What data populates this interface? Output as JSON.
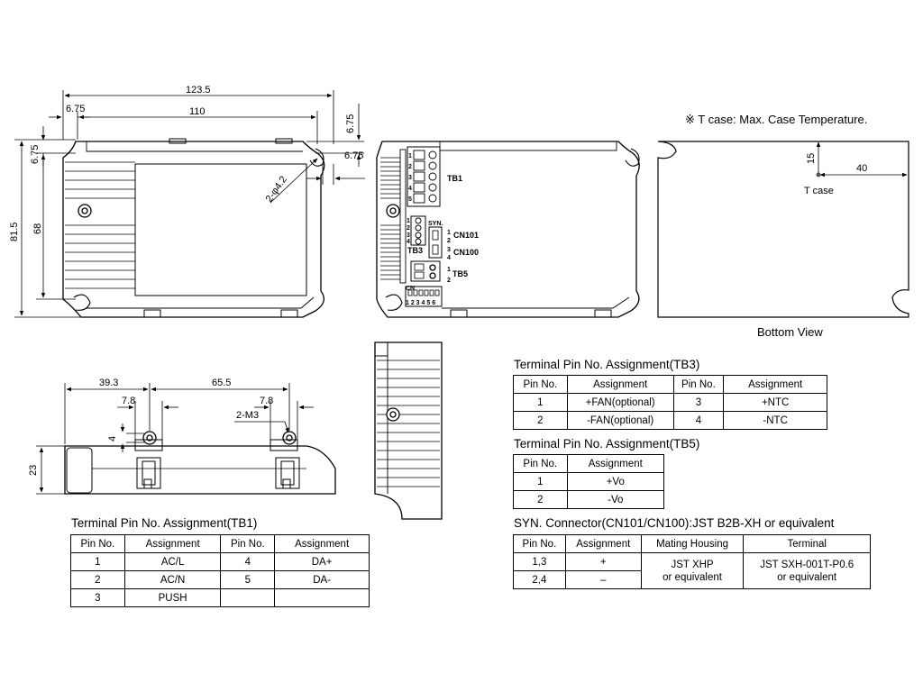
{
  "front_view": {
    "dims": {
      "overall_length": "123.5",
      "mount_spacing": "110",
      "left_offset": "6.75",
      "right_top_offset": "6.75",
      "right_side_offset": "6.75",
      "left_top_offset": "6.75",
      "overall_width": "81.5",
      "mount_width": "68",
      "hole": "2-φ4.2"
    }
  },
  "terminal_view": {
    "labels": {
      "tb1": "TB1",
      "tb3": "TB3",
      "tb5": "TB5",
      "syn": "SYN.",
      "cn101": "CN101",
      "cn100": "CN100",
      "cn": "CN"
    },
    "tb1_pins": [
      "1",
      "2",
      "3",
      "4",
      "5"
    ],
    "tb3_pins": [
      "1",
      "2",
      "3",
      "4"
    ],
    "cn101_pins": [
      "1",
      "2"
    ],
    "cn100_pins": [
      "3",
      "4"
    ],
    "tb5_pins": [
      "1",
      "2"
    ],
    "dip_numbers": "1 2 3 4 5 6"
  },
  "bottom_view": {
    "note": "※ T case: Max. Case Temperature.",
    "dim_15": "15",
    "dim_40": "40",
    "tcase_label": "T case",
    "caption": "Bottom View"
  },
  "side_view": {
    "dims": {
      "left": "39.3",
      "middle": "65.5",
      "left_small": "7.8",
      "right_small": "7.8",
      "screw": "2-M3",
      "four": "4",
      "height": "23"
    }
  },
  "tb3_table": {
    "title": "Terminal Pin No. Assignment(TB3)",
    "headers": [
      "Pin No.",
      "Assignment",
      "Pin No.",
      "Assignment"
    ],
    "rows": [
      [
        "1",
        "+FAN(optional)",
        "3",
        "+NTC"
      ],
      [
        "2",
        "-FAN(optional)",
        "4",
        "-NTC"
      ]
    ]
  },
  "tb5_table": {
    "title": "Terminal Pin No. Assignment(TB5)",
    "headers": [
      "Pin No.",
      "Assignment"
    ],
    "rows": [
      [
        "1",
        "+Vo"
      ],
      [
        "2",
        "-Vo"
      ]
    ]
  },
  "tb1_table": {
    "title": "Terminal Pin No. Assignment(TB1)",
    "headers": [
      "Pin No.",
      "Assignment",
      "Pin No.",
      "Assignment"
    ],
    "rows": [
      [
        "1",
        "AC/L",
        "4",
        "DA+"
      ],
      [
        "2",
        "AC/N",
        "5",
        "DA-"
      ],
      [
        "3",
        "PUSH",
        "",
        ""
      ]
    ]
  },
  "syn_table": {
    "title": "SYN. Connector(CN101/CN100):JST B2B-XH or equivalent",
    "headers": [
      "Pin No.",
      "Assignment",
      "Mating Housing",
      "Terminal"
    ],
    "rows": [
      [
        "1,3",
        "+"
      ],
      [
        "2,4",
        "–"
      ]
    ],
    "housing": [
      "JST XHP",
      "or equivalent"
    ],
    "terminal": [
      "JST SXH-001T-P0.6",
      "or equivalent"
    ]
  }
}
